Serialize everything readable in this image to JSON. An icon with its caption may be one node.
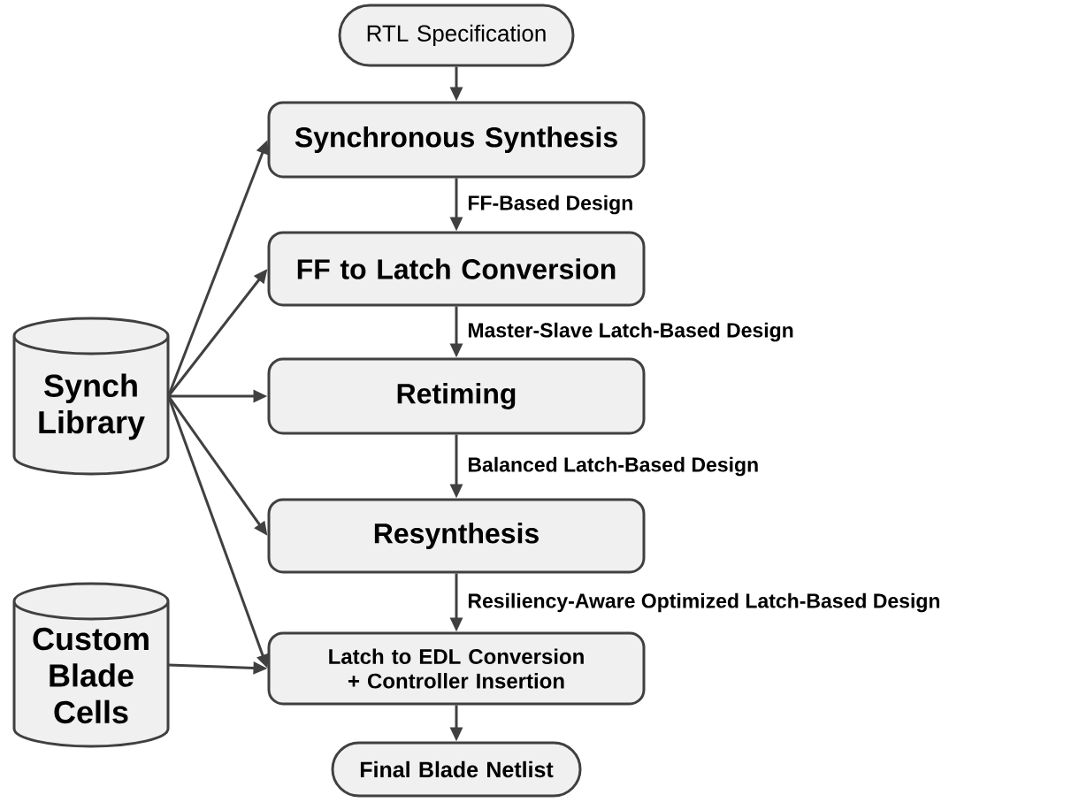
{
  "diagram": {
    "nodes": [
      {
        "text": [
          "RTL Specification"
        ]
      },
      {
        "text": [
          "Synchronous Synthesis"
        ]
      },
      {
        "text": [
          "FF to Latch Conversion"
        ]
      },
      {
        "text": [
          "Retiming"
        ]
      },
      {
        "text": [
          "Resynthesis"
        ]
      },
      {
        "text": [
          "Latch to EDL Conversion + Controller Insertion"
        ]
      },
      {
        "text": [
          "Final Blade Netlist"
        ]
      },
      {
        "text": [
          "Synch Library"
        ]
      },
      {
        "text": [
          "Custom Blade Cells"
        ]
      }
    ],
    "edges": [
      {
        "from": 0,
        "to": 1,
        "arrow": "to"
      },
      {
        "from": 1,
        "to": 2,
        "arrow": "to",
        "label": "FF-Based Design"
      },
      {
        "from": 2,
        "to": 3,
        "arrow": "to",
        "label": "Master-Slave Latch-Based Design"
      },
      {
        "from": 3,
        "to": 4,
        "arrow": "to",
        "label": "Balanced Latch-Based Design"
      },
      {
        "from": 4,
        "to": 5,
        "arrow": "to",
        "label": "Resiliency-Aware Optimized Latch-Based Design"
      },
      {
        "from": 5,
        "to": 6,
        "arrow": "to"
      },
      {
        "from": 7,
        "to": 1,
        "arrow": "to"
      },
      {
        "from": 7,
        "to": 2,
        "arrow": "to"
      },
      {
        "from": 7,
        "to": 3,
        "arrow": "to"
      },
      {
        "from": 7,
        "to": 4,
        "arrow": "to"
      },
      {
        "from": 7,
        "to": 5,
        "arrow": "to"
      },
      {
        "from": 8,
        "to": 5,
        "arrow": "to"
      }
    ]
  }
}
